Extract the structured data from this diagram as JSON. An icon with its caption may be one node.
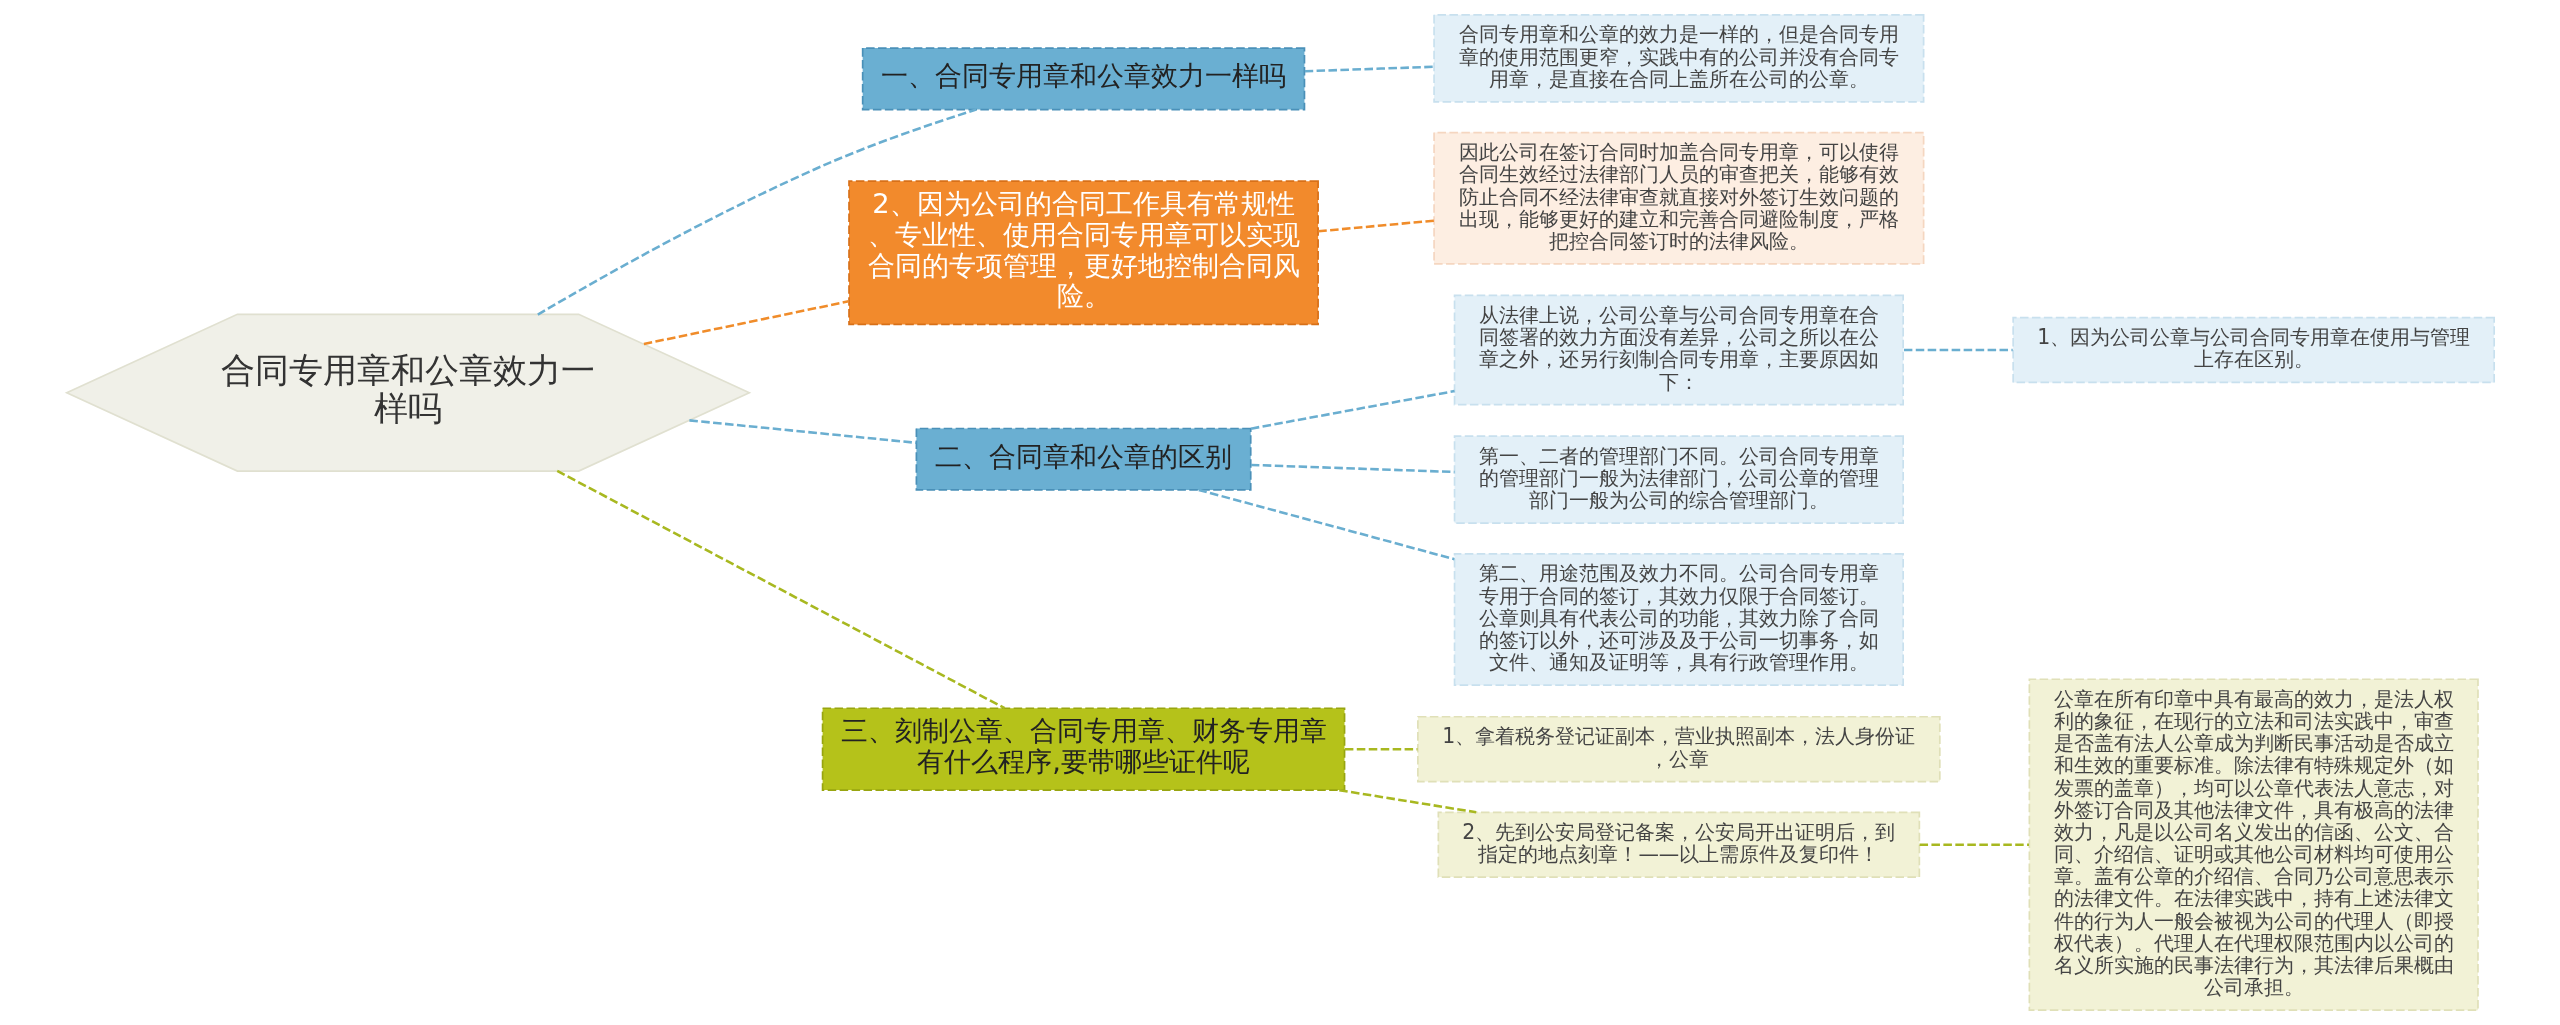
{
  "diagram": {
    "nodes": [
      {
        "text": [
          "合同专用章和公章效力一样吗"
        ]
      },
      {
        "text": [
          "一、合同专用章和公章效力一样吗"
        ]
      },
      {
        "text": [
          "合同专用章和公章的效力是一样的，但是合同专用章的使用范围更窄，实践中有的公司并没有合同专用章，是直接在合同上盖所在公司的公章。"
        ]
      },
      {
        "text": [
          "2、因为公司的合同工作具有常规性、专业性、使用合同专用章可以实现合同的专项管理，更好地控制合同风险。"
        ]
      },
      {
        "text": [
          "因此公司在签订合同时加盖合同专用章，可以使得合同生效经过法律部门人员的审查把关，能够有效防止合同不经法律审查就直接对外签订生效问题的出现，能够更好的建立和完善合同避险制度，严格把控合同签订时的法律风险。"
        ]
      },
      {
        "text": [
          "二、合同章和公章的区别"
        ]
      },
      {
        "text": [
          "从法律上说，公司公章与公司合同专用章在合同签署的效力方面没有差异，公司之所以在公章之外，还另行刻制合同专用章，主要原因如下："
        ]
      },
      {
        "text": [
          "1、因为公司公章与公司合同专用章在使用与管理上存在区别。"
        ]
      },
      {
        "text": [
          "第一、二者的管理部门不同。公司合同专用章的管理部门一般为法律部门，公司公章的管理部门一般为公司的综合管理部门。"
        ]
      },
      {
        "text": [
          "第二、用途范围及效力不同。公司合同专用章专用于合同的签订，其效力仅限于合同签订。公章则具有代表公司的功能，其效力除了合同的签订以外，还可涉及及于公司一切事务，如文件、通知及证明等，具有行政管理作用。"
        ]
      },
      {
        "text": [
          "三、刻制公章、合同专用章、财务专用章有什么程序,要带哪些证件呢"
        ]
      },
      {
        "text": [
          "1、拿着税务登记证副本，营业执照副本，法人身份证，公章"
        ]
      },
      {
        "text": [
          "2、先到公安局登记备案，公安局开出证明后，到指定的地点刻章！——以上需原件及复印件！"
        ]
      },
      {
        "text": [
          "公章在所有印章中具有最高的效力，是法人权利的象征，在现行的立法和司法实践中，审查是否盖有法人公章成为判断民事活动是否成立和生效的重要标准。除法律有特殊规定外（如发票的盖章），均可以公章代表法人意志，对外签订合同及其他法律文件，具有极高的法律效力，凡是以公司名义发出的信函、公文、合同、介绍信、证明或其他公司材料均可使用公章。盖有公章的介绍信、合同乃公司意思表示的法律文件。在法律实践中，持有上述法律文件的行为人一般会被视为公司的代理人（即授权代表）。代理人在代理权限范围内以公司的名义所实施的民事法律行为，其法律后果概由公司承担。"
        ]
      }
    ],
    "edges": [
      {
        "from": 0,
        "to": 1,
        "arrow": "none",
        "style": "dashed"
      },
      {
        "from": 1,
        "to": 2,
        "arrow": "none",
        "style": "dashed"
      },
      {
        "from": 0,
        "to": 3,
        "arrow": "none",
        "style": "dashed",
        "color": "#f08c2a"
      },
      {
        "from": 3,
        "to": 4,
        "arrow": "none",
        "style": "dashed",
        "color": "#f08c2a"
      },
      {
        "from": 0,
        "to": 5,
        "arrow": "none",
        "style": "dashed"
      },
      {
        "from": 5,
        "to": 6,
        "arrow": "none",
        "style": "dashed"
      },
      {
        "from": 6,
        "to": 7,
        "arrow": "none",
        "style": "dashed"
      },
      {
        "from": 5,
        "to": 8,
        "arrow": "none",
        "style": "dashed"
      },
      {
        "from": 5,
        "to": 9,
        "arrow": "none",
        "style": "dashed"
      },
      {
        "from": 0,
        "to": 10,
        "arrow": "none",
        "style": "dashed",
        "color": "#a8b820"
      },
      {
        "from": 10,
        "to": 11,
        "arrow": "none",
        "style": "dashed",
        "color": "#a8b820"
      },
      {
        "from": 10,
        "to": 12,
        "arrow": "none",
        "style": "dashed",
        "color": "#a8b820"
      },
      {
        "from": 12,
        "to": 13,
        "arrow": "none",
        "style": "dashed",
        "color": "#a8b820"
      }
    ]
  }
}
